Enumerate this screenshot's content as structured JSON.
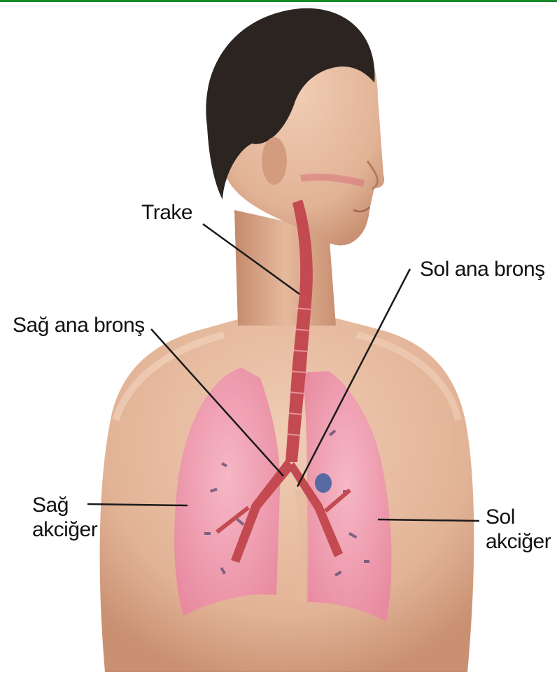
{
  "figure": {
    "labels": {
      "trachea": "Trake",
      "left_main_bronchus": "Sol ana bronş",
      "right_main_bronchus": "Sağ ana bronş",
      "right_lung_line1": "Sağ",
      "right_lung_line2": "akciğer",
      "left_lung_line1": "Sol",
      "left_lung_line2": "akciğer"
    }
  },
  "colors": {
    "frame_top": "#1a8a2a",
    "skin": "#e7bea3",
    "skin_shadow": "#c98f72",
    "hair": "#2b2420",
    "lung": "#ef9fb2",
    "airway": "#c44a52",
    "leader_line": "#1a1a1a"
  }
}
